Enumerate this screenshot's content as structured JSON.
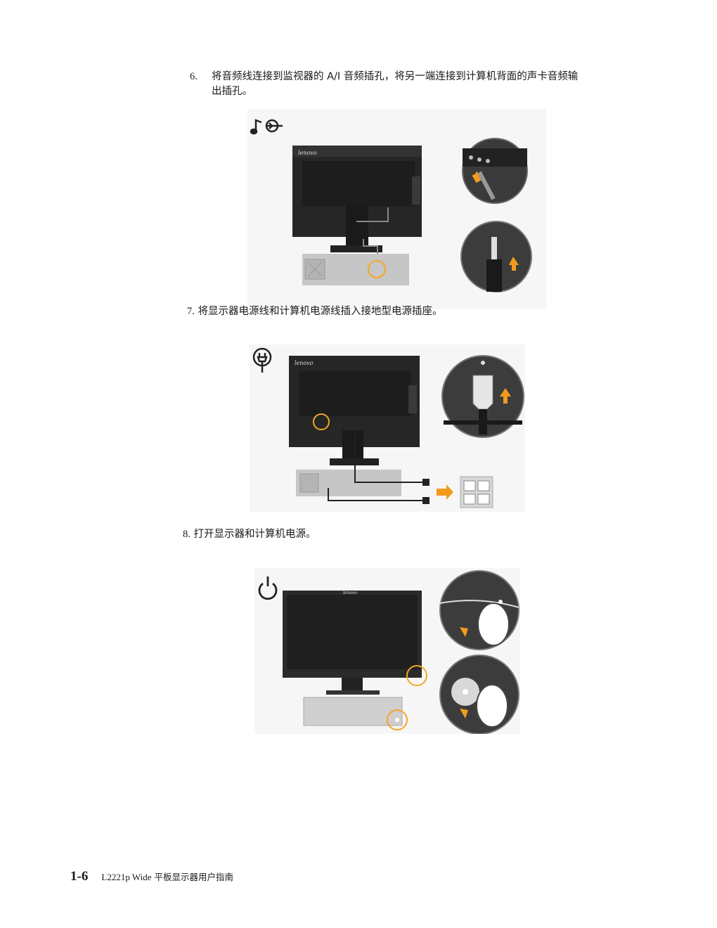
{
  "steps": {
    "step6": {
      "number": "6.",
      "text_line1": "将音频线连接到监视器的 A/I 音频插孔，将另一端连接到计算机背面的声卡音频输",
      "text_line2": "出插孔。"
    },
    "step7": {
      "number": "7.",
      "text": "将显示器电源线和计算机电源线插入接地型电源插座。"
    },
    "step8": {
      "number": "8.",
      "text": "打开显示器和计算机电源。"
    }
  },
  "figures": {
    "brand_label": "lenovo",
    "audio_icon": "audio-in-icon",
    "power_plug_icon": "power-plug-icon",
    "power_button_icon": "power-button-icon",
    "highlight_color": "#f5a623",
    "arrow_color": "#f39a1e",
    "monitor_color": "#2b2b2b",
    "pc_color": "#c8c8c8"
  },
  "footer": {
    "page_number": "1-6",
    "model": "L2221p Wide",
    "title": "平板显示器用户指南"
  }
}
